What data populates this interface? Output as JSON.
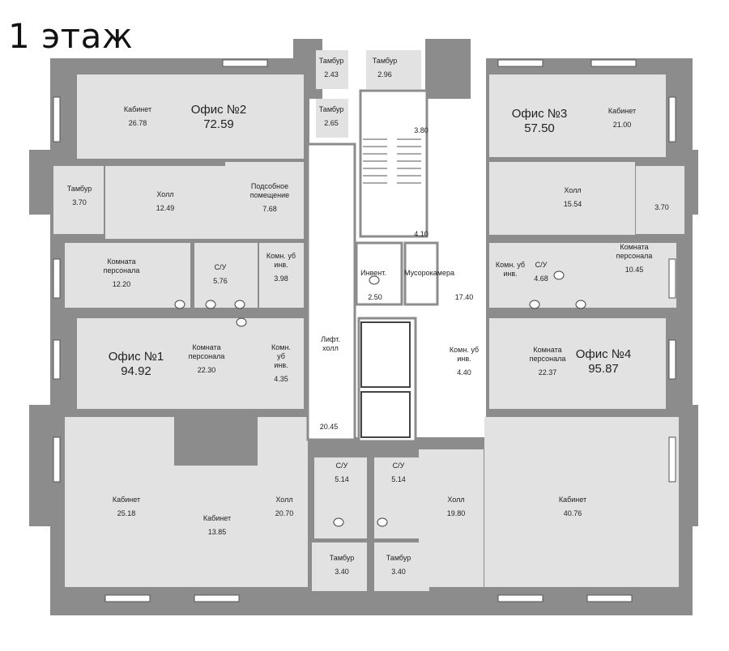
{
  "floor_title": "1 этаж",
  "colors": {
    "wall": "#8c8c8c",
    "room": "#e2e2e2",
    "core": "#ffffff",
    "window": "#ffffff"
  },
  "offices": [
    {
      "id": "office2",
      "name": "Офис №2",
      "area": "72.59"
    },
    {
      "id": "office3",
      "name": "Офис №3",
      "area": "57.50"
    },
    {
      "id": "office1",
      "name": "Офис №1",
      "area": "94.92"
    },
    {
      "id": "office4",
      "name": "Офис №4",
      "area": "95.87"
    }
  ],
  "rooms": {
    "tambur_top_left": {
      "lines": [
        "Тамбур"
      ],
      "area": "2.43"
    },
    "tambur_top_right": {
      "lines": [
        "Тамбур"
      ],
      "area": "2.96"
    },
    "tambur_mid": {
      "lines": [
        "Тамбур"
      ],
      "area": "2.65"
    },
    "stair": {
      "lines": [],
      "area": "3.80"
    },
    "stair_low": {
      "lines": [],
      "area": "4.10"
    },
    "o2_cabinet": {
      "lines": [
        "Кабинет"
      ],
      "area": "26.78"
    },
    "o2_tambur": {
      "lines": [
        "Тамбур"
      ],
      "area": "3.70"
    },
    "o2_hall": {
      "lines": [
        "Холл"
      ],
      "area": "12.49"
    },
    "o2_storage": {
      "lines": [
        "Подсобное",
        "помещение"
      ],
      "area": "7.68"
    },
    "o2_staff": {
      "lines": [
        "Комната",
        "персонала"
      ],
      "area": "12.20"
    },
    "o2_wc": {
      "lines": [
        "С/У"
      ],
      "area": "5.76"
    },
    "o2_clean": {
      "lines": [
        "Комн. уб",
        "инв."
      ],
      "area": "3.98"
    },
    "inventory": {
      "lines": [
        "Инвент."
      ],
      "area": "2.50"
    },
    "garbage": {
      "lines": [
        "Мусорокамера"
      ],
      "area": "17.40"
    },
    "o3_cabinet": {
      "lines": [
        "Кабинет"
      ],
      "area": "21.00"
    },
    "o3_hall": {
      "lines": [
        "Холл"
      ],
      "area": "15.54"
    },
    "o3_tambur": {
      "lines": [],
      "area": "3.70"
    },
    "o3_clean": {
      "lines": [
        "Комн. уб",
        "инв."
      ],
      "area": ""
    },
    "o3_wc": {
      "lines": [
        "С/У"
      ],
      "area": "4.68"
    },
    "o3_staff": {
      "lines": [
        "Комната",
        "персонала"
      ],
      "area": "10.45"
    },
    "lift_hall": {
      "lines": [
        "Лифт.",
        "холл"
      ],
      "area": "20.45"
    },
    "o1_staff": {
      "lines": [
        "Комната",
        "персонала"
      ],
      "area": "22.30"
    },
    "o1_clean": {
      "lines": [
        "Комн.",
        "уб",
        "инв."
      ],
      "area": "4.35"
    },
    "o4_clean": {
      "lines": [
        "Комн. уб",
        "инв."
      ],
      "area": "4.40"
    },
    "o4_staff": {
      "lines": [
        "Комната",
        "персонала"
      ],
      "area": "22.37"
    },
    "o1_cabinet_a": {
      "lines": [
        "Кабинет"
      ],
      "area": "25.18"
    },
    "o1_cabinet_b": {
      "lines": [
        "Кабинет"
      ],
      "area": "13.85"
    },
    "o1_hall": {
      "lines": [
        "Холл"
      ],
      "area": "20.70"
    },
    "wc_bl": {
      "lines": [
        "С/У"
      ],
      "area": "5.14"
    },
    "wc_br": {
      "lines": [
        "С/У"
      ],
      "area": "5.14"
    },
    "o4_hall": {
      "lines": [
        "Холл"
      ],
      "area": "19.80"
    },
    "o4_cabinet": {
      "lines": [
        "Кабинет"
      ],
      "area": "40.76"
    },
    "tambur_bl": {
      "lines": [
        "Тамбур"
      ],
      "area": "3.40"
    },
    "tambur_br": {
      "lines": [
        "Тамбур"
      ],
      "area": "3.40"
    }
  }
}
